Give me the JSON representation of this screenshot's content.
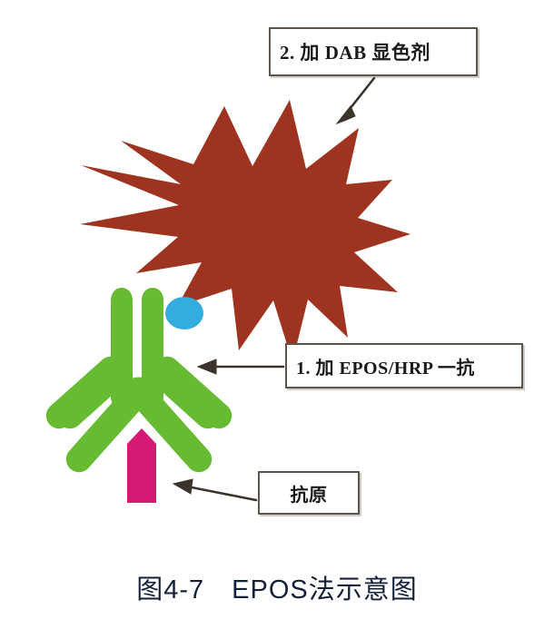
{
  "figure": {
    "caption": "图4-7　EPOS法示意图",
    "background_color": "#ffffff"
  },
  "callouts": [
    {
      "id": "dab",
      "label": "2. 加 DAB 显色剂",
      "step_number": "2",
      "points_to": "dab-chromogen-burst",
      "border_color": "#5c554b",
      "text_color": "#1a1a1a"
    },
    {
      "id": "epos",
      "label": "1. 加 EPOS/HRP 一抗",
      "step_number": "1",
      "points_to": "primary-antibody",
      "border_color": "#5c554b",
      "text_color": "#1a1a1a"
    },
    {
      "id": "antigen",
      "label": "抗原",
      "step_number": "",
      "points_to": "antigen-shape",
      "border_color": "#5c554b",
      "text_color": "#1a1a1a"
    }
  ],
  "graphics": {
    "burst": {
      "name": "dab-chromogen-burst",
      "color": "#9e3420",
      "description": "DAB 显色剂"
    },
    "antibody": {
      "name": "primary-antibody",
      "color": "#66bb33",
      "description": "EPOS/HRP 一抗"
    },
    "enzyme_marker": {
      "name": "hrp-enzyme-marker",
      "color": "#34ace0",
      "description": "HRP"
    },
    "antigen": {
      "name": "antigen-shape",
      "color": "#d41a73",
      "description": "抗原"
    },
    "arrow_color": "#3a342c"
  }
}
